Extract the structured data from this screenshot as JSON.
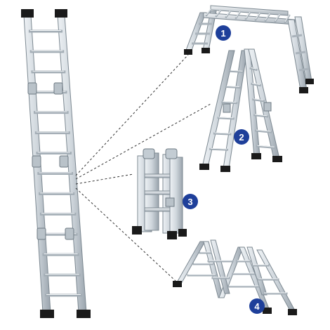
{
  "figure": {
    "main_ladder": {
      "rungs": 14
    },
    "configurations": [
      {
        "number": "1",
        "shape": "scaffold-bridge"
      },
      {
        "number": "2",
        "shape": "a-frame"
      },
      {
        "number": "3",
        "shape": "folded-storage"
      },
      {
        "number": "4",
        "shape": "zigzag"
      }
    ],
    "colors": {
      "aluminum": "#cfd6dc",
      "aluminum_dark": "#9aa4ad",
      "rail_edge": "#7c8891",
      "foot": "#1a1a1a",
      "badge": "#1e3f9a",
      "connector": "#333333"
    }
  }
}
